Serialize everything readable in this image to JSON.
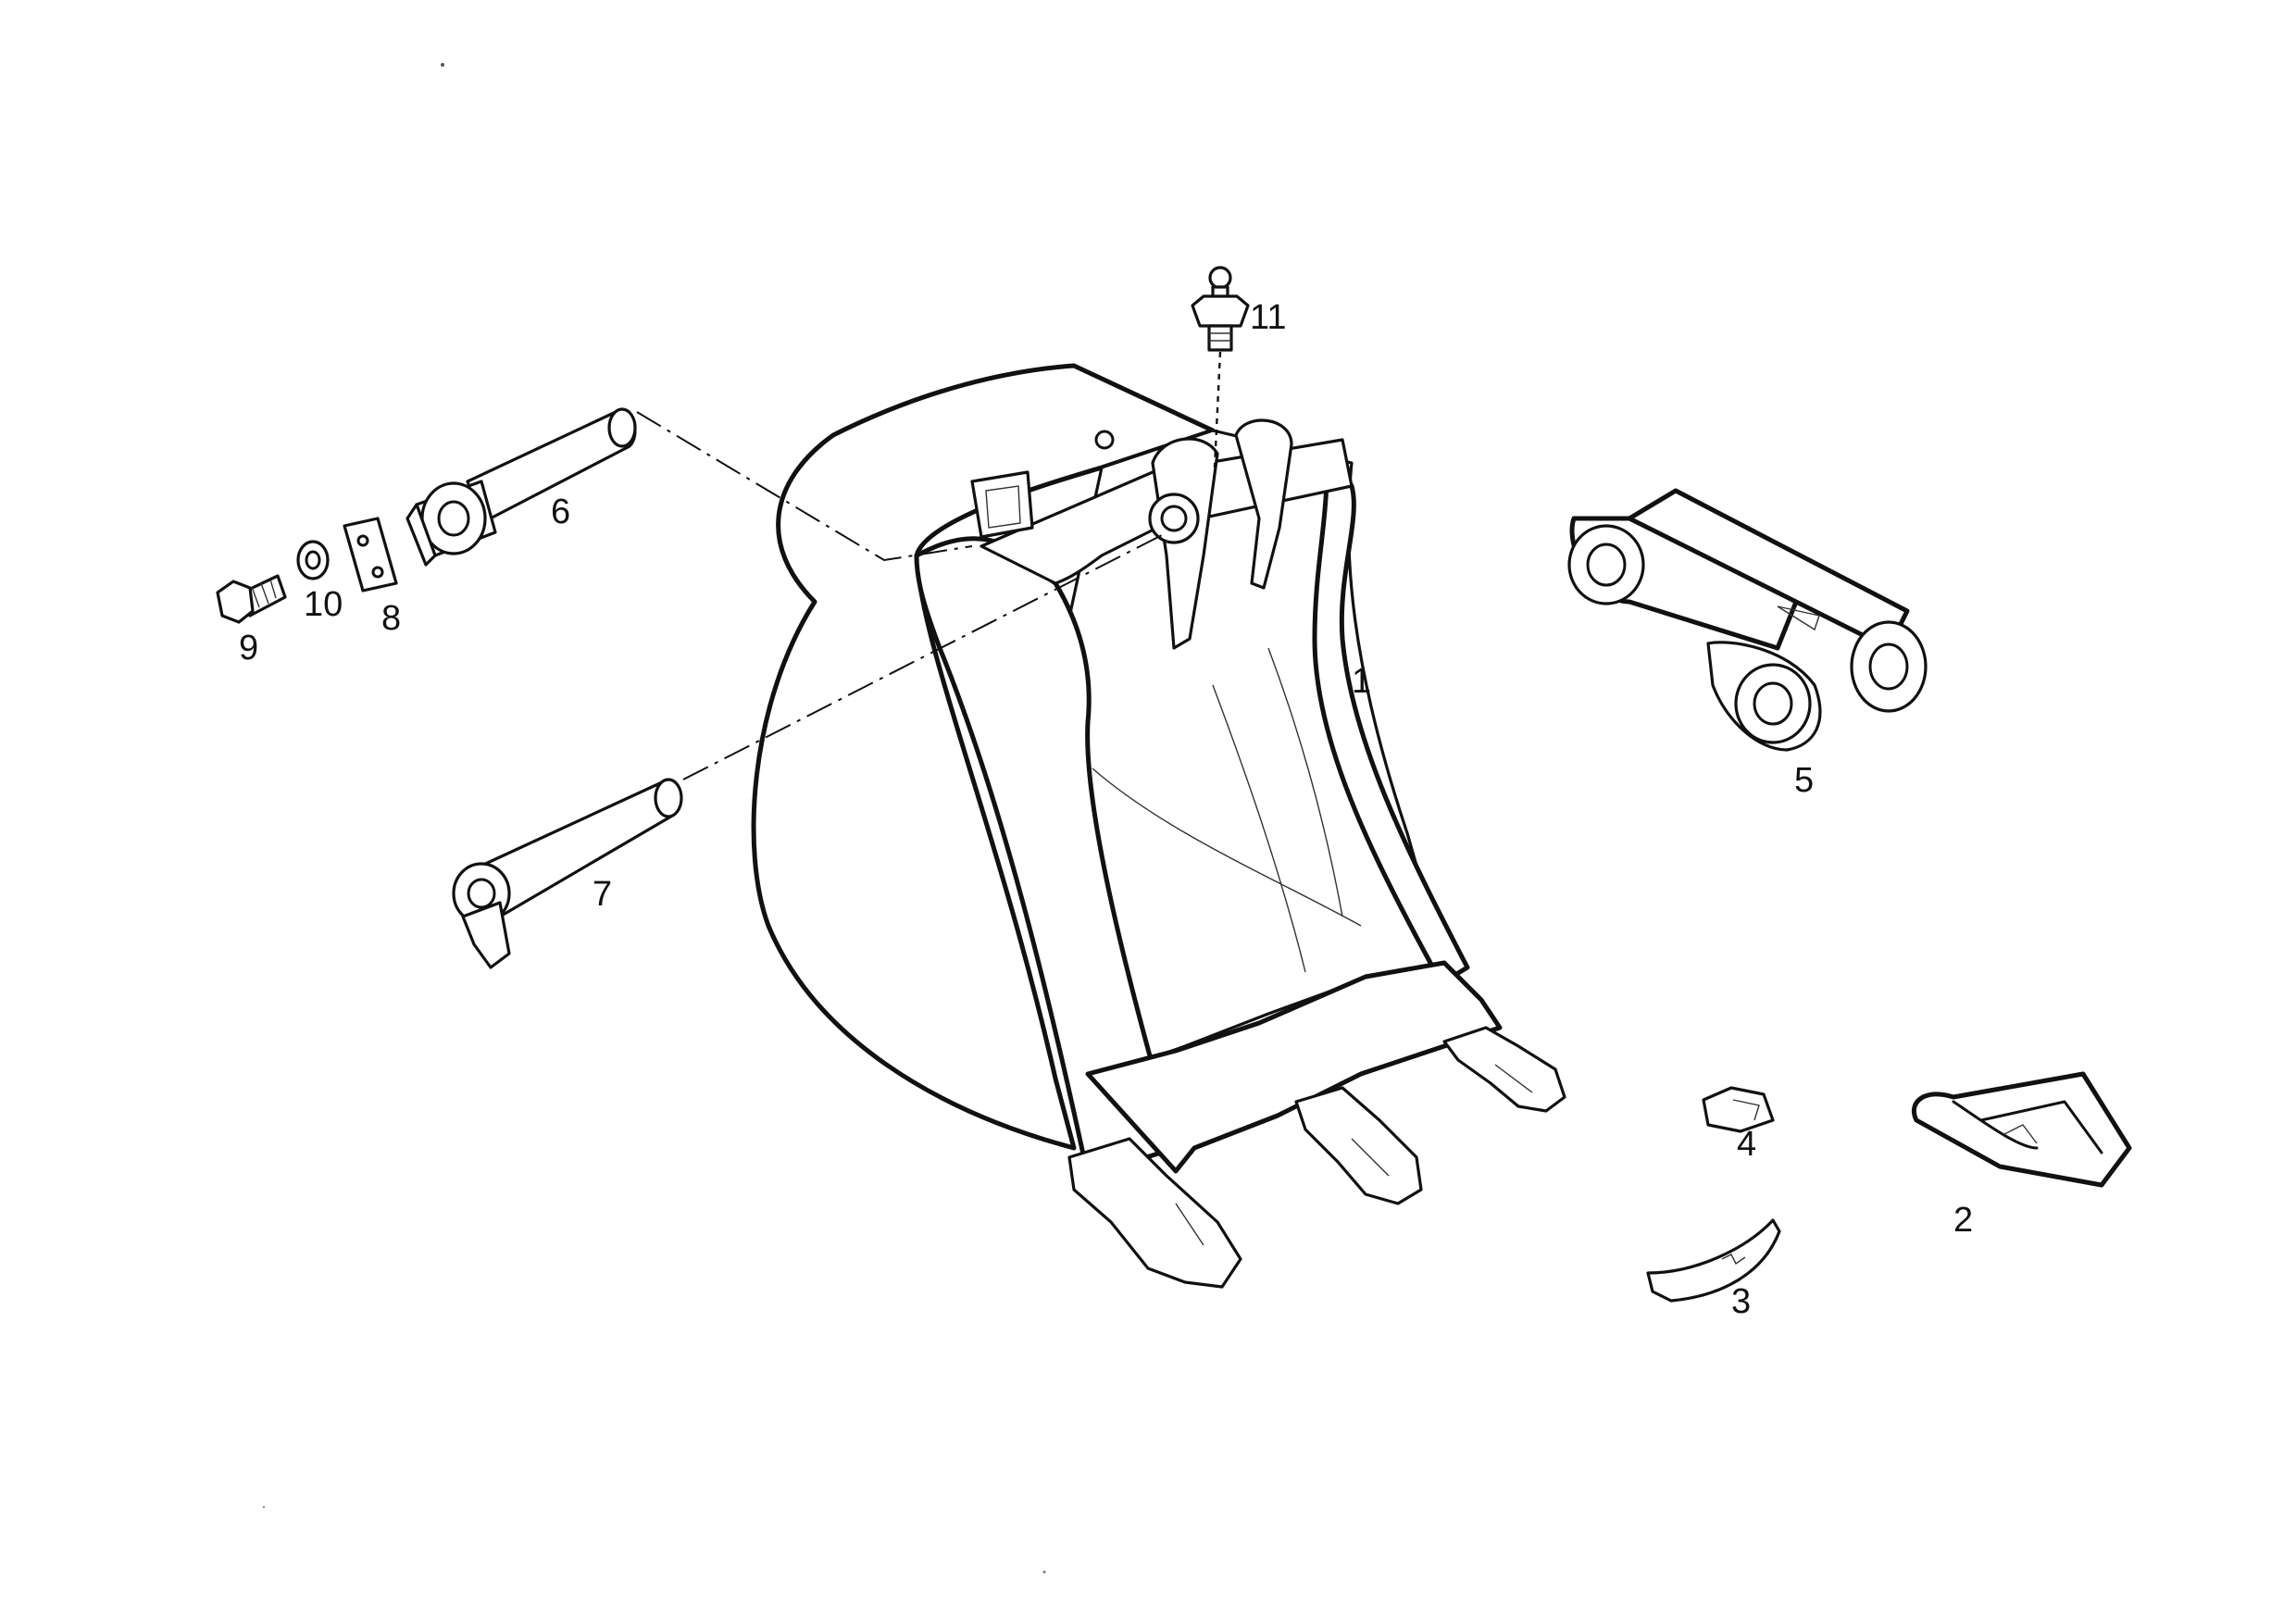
{
  "callouts": {
    "bucket": "1",
    "tooth": "2",
    "adapter_plate": "3",
    "retainer": "4",
    "link": "5",
    "upper_pin": "6",
    "lower_pin": "7",
    "lock_plate": "8",
    "bolt": "9",
    "washer": "10",
    "grease_nipple": "11"
  }
}
